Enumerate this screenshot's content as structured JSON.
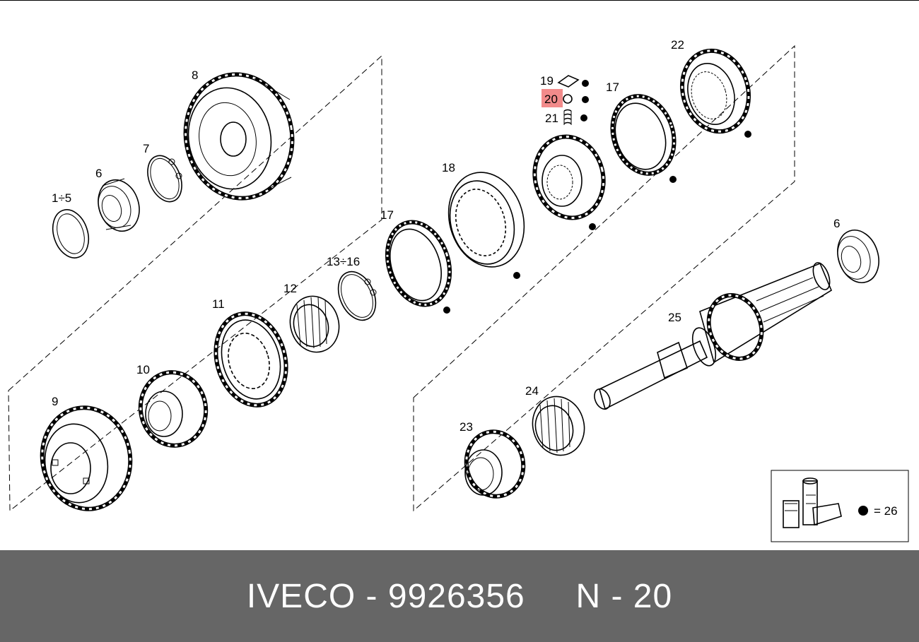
{
  "footer": {
    "brand": "IVECO",
    "separator": "-",
    "part_number": "9926356",
    "position_prefix": "N",
    "position": "20"
  },
  "highlight_color": "#f28b8b",
  "labels": {
    "l1_5": "1÷5",
    "l6a": "6",
    "l6b": "6",
    "l7": "7",
    "l8": "8",
    "l9": "9",
    "l10": "10",
    "l11": "11",
    "l12": "12",
    "l13_16": "13÷16",
    "l17a": "17",
    "l17b": "17",
    "l18": "18",
    "l19": "19",
    "l20": "20",
    "l21": "21",
    "l22": "22",
    "l23": "23",
    "l24": "24",
    "l25": "25"
  },
  "legend": {
    "text": "= 26"
  }
}
